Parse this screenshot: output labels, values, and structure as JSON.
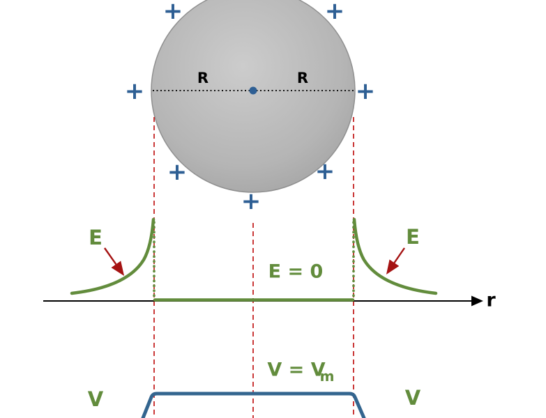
{
  "symbols": {
    "plus": "+"
  },
  "sphere": {
    "radius_label_left": "R",
    "radius_label_right": "R"
  },
  "field_graph": {
    "label_left": "E",
    "label_right": "E",
    "inside_label": "E = 0",
    "axis_label": "r"
  },
  "potential_graph": {
    "plateau_label_main": "V = V",
    "plateau_label_sub": "m",
    "label_left": "V",
    "label_right": "V"
  },
  "colors": {
    "plus": "#2e5f94",
    "green": "#628c3c",
    "red_dashed": "#c42222",
    "arrow_red": "#a51212",
    "blue": "#33658f",
    "sphere_fill": "#bdbdbd",
    "sphere_edge": "#8f8f8f",
    "axis": "#000000"
  }
}
